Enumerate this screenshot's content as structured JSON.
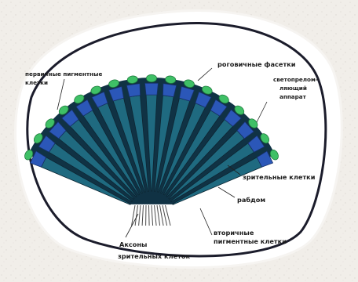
{
  "diagram": {
    "labels": {
      "corneal_facets": "роговичные фасетки",
      "primary_pigment_line1": "первичные пигментные",
      "primary_pigment_line2": "клетки",
      "light_refracting_line1": "светопрелом-",
      "light_refracting_line2": "ляющий",
      "light_refracting_line3": "аппарат",
      "visual_cells": "зрительные клетки",
      "rhabdom": "рабдом",
      "secondary_pigment_line1": "вторичные",
      "secondary_pigment_line2": "пигментные клетки",
      "axons_line1": "Аксоны",
      "axons_line2": "зрительных клеток"
    },
    "colors": {
      "background": "#f1eee9",
      "paper": "#ffffff",
      "outline": "#1a1a28",
      "facet": "#3fc066",
      "facet_dark": "#1e7a3d",
      "cone": "#2b57b8",
      "ommatidium": "#1f6a80",
      "ommatidium_dark": "#103244",
      "axon": "#4b4b4b"
    }
  }
}
